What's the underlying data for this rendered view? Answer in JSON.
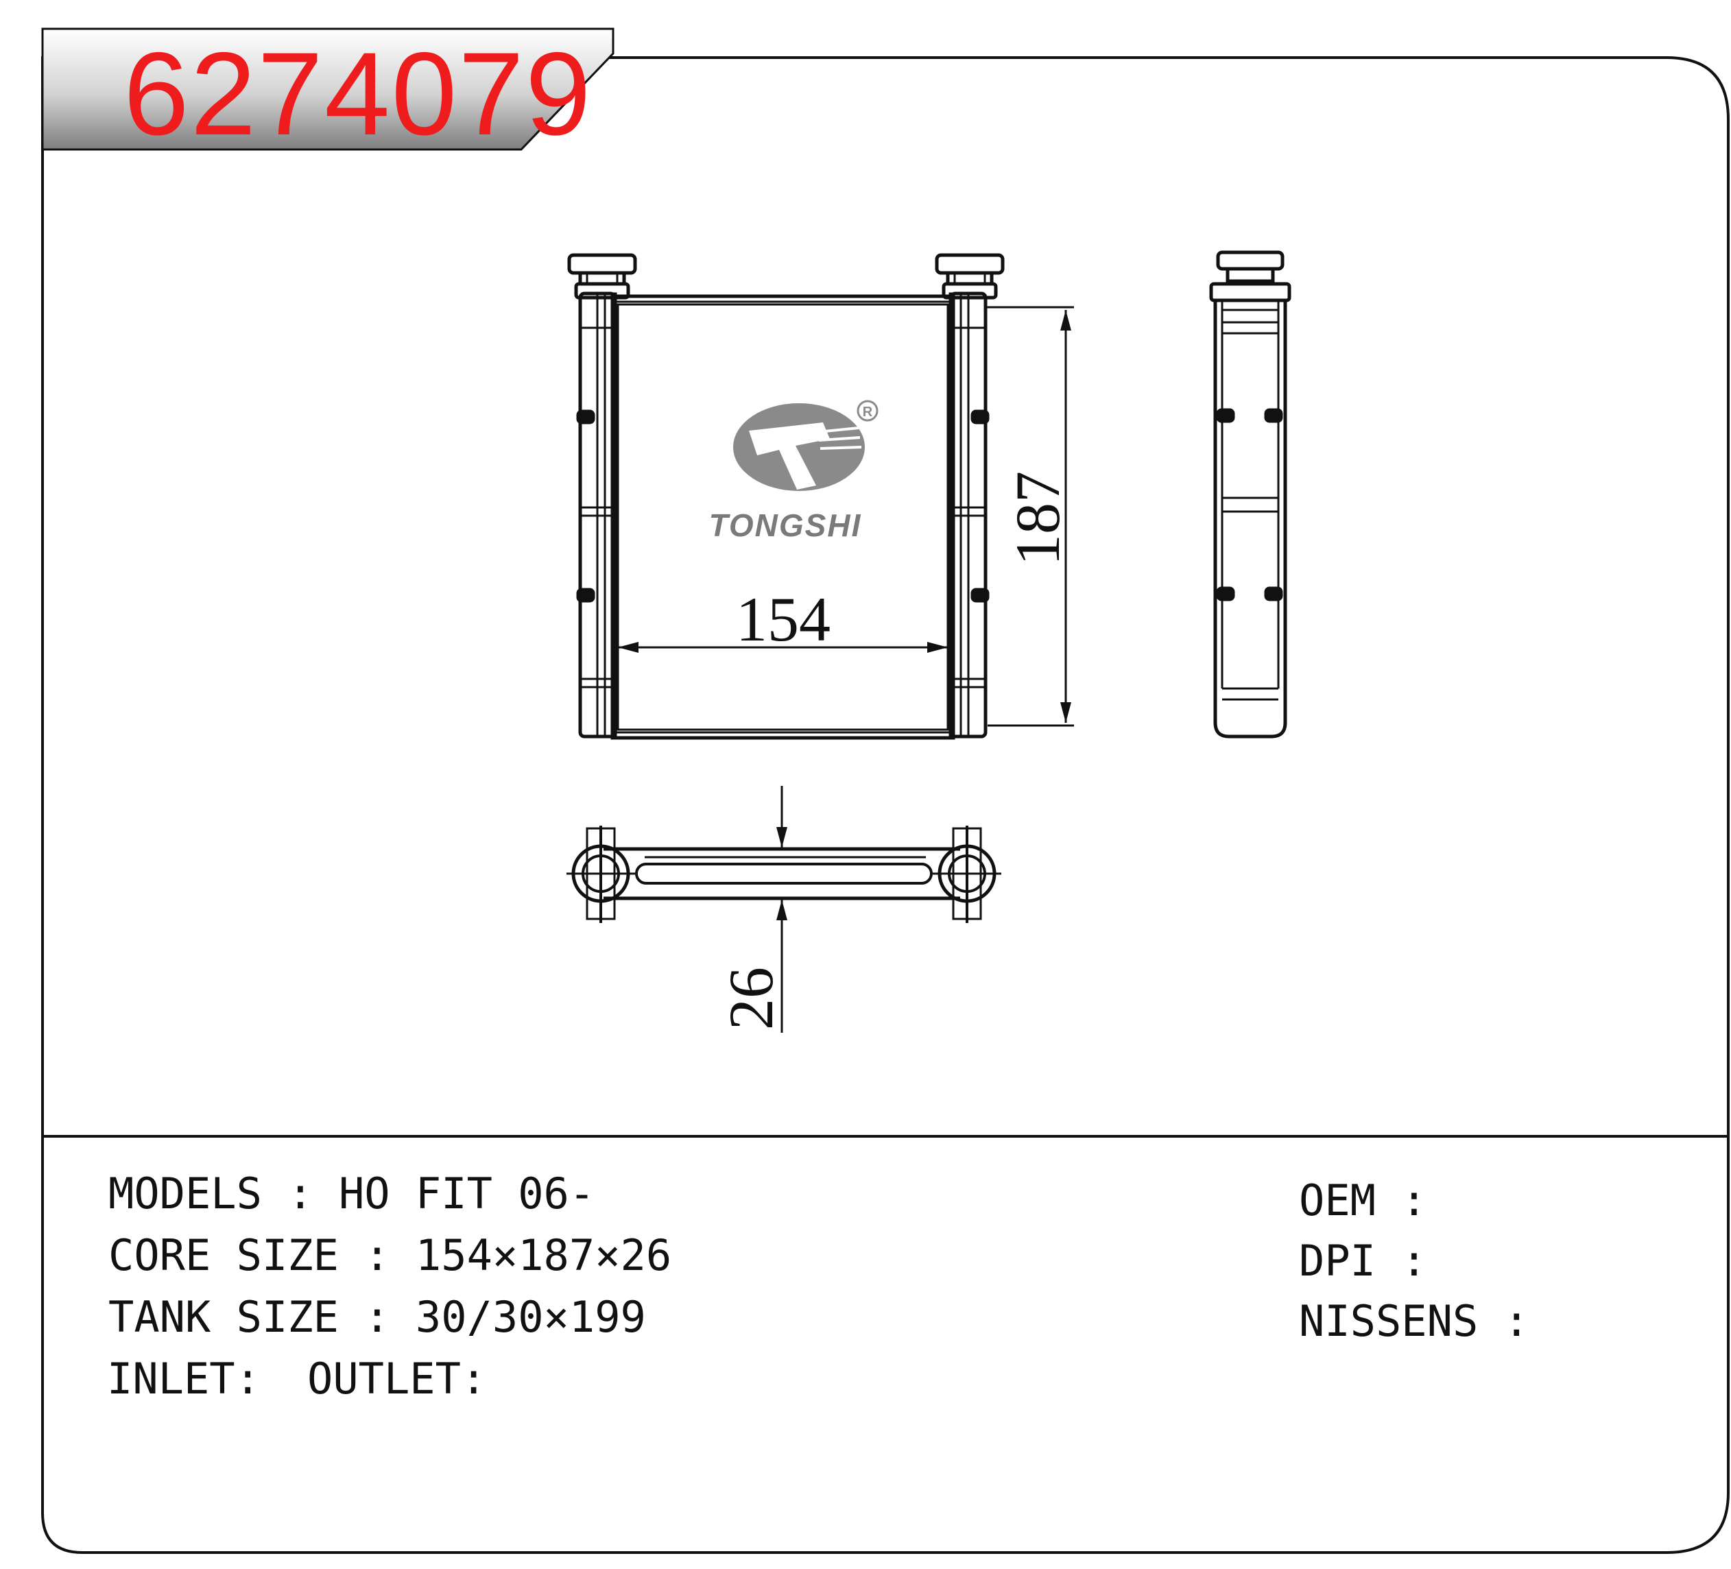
{
  "part_number": "6274079",
  "brand": {
    "name": "TONGSHI",
    "registered_mark": "R"
  },
  "drawing": {
    "width_label": "154",
    "height_label": "187",
    "thickness_label": "26"
  },
  "specs": {
    "models": "MODELS : HO FIT 06-",
    "core_size": "CORE SIZE : 154×187×26",
    "tank_size": "TANK SIZE : 30/30×199",
    "inlet": "INLET:",
    "outlet": "OUTLET:",
    "oem": "OEM :",
    "dpi": "DPI :",
    "nissens": "NISSENS :"
  },
  "colors": {
    "part_number": "#ee1c1c",
    "logo": "#8a8a8a",
    "line": "#111111"
  }
}
